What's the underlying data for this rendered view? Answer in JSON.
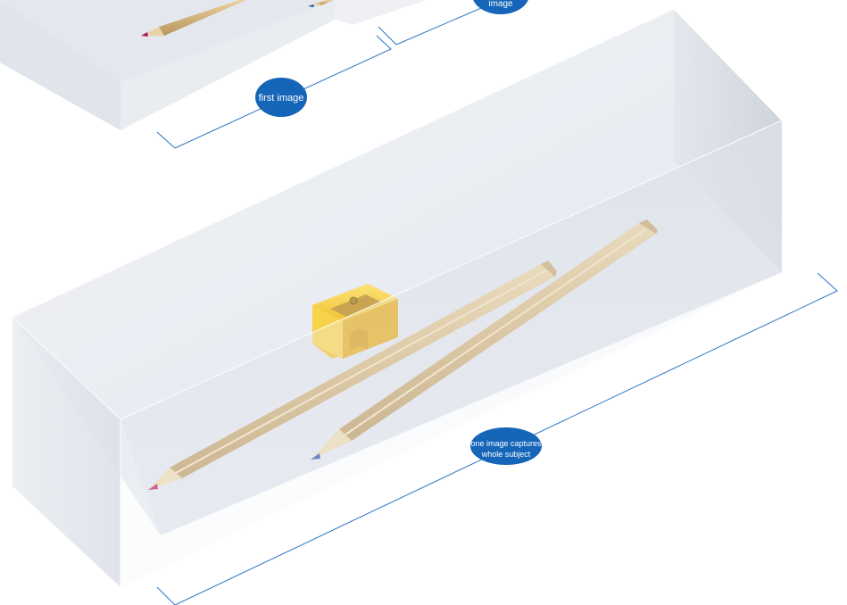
{
  "callouts": {
    "first_image": "first image",
    "second_image_partial": "image",
    "whole_subject_line1": "one image captures",
    "whole_subject_line2": "whole subject"
  },
  "colors": {
    "callout_fill": "#1565b8",
    "bracket_line": "#2a76c6",
    "pencil_wood": "#d2b27c",
    "pencil_magenta_tip": "#b0185a",
    "pencil_blue_tip": "#1f4fb0",
    "sharpener_yellow": "#f2c230",
    "box_glass": "#dfe5ee"
  }
}
